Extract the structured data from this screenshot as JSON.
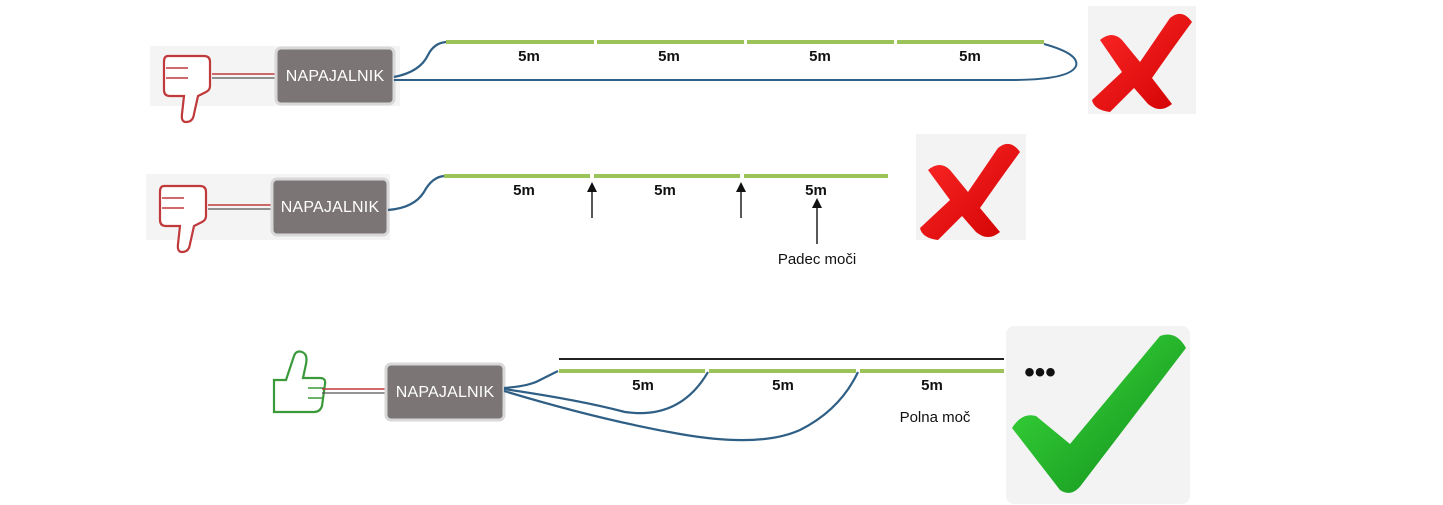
{
  "rows": [
    {
      "verdict": "bad",
      "power_supply_label": "NAPAJALNIK",
      "segments": [
        "5m",
        "5m",
        "5m",
        "5m"
      ],
      "result_icon": "red-x-icon"
    },
    {
      "verdict": "bad",
      "power_supply_label": "NAPAJALNIK",
      "segments": [
        "5m",
        "5m",
        "5m"
      ],
      "note": "Padec moči",
      "result_icon": "red-x-icon"
    },
    {
      "verdict": "good",
      "power_supply_label": "NAPAJALNIK",
      "segments": [
        "5m",
        "5m",
        "5m"
      ],
      "note": "Polna moč",
      "continuation": "•••",
      "result_icon": "green-check-icon"
    }
  ],
  "colors": {
    "strip": "#9cc35a",
    "cable": "#2f5f85",
    "psu": "#7b7576",
    "bad": "#e00000",
    "good": "#1aa31a",
    "thumb_down": "#c0393b",
    "thumb_up": "#3a9a3a"
  }
}
